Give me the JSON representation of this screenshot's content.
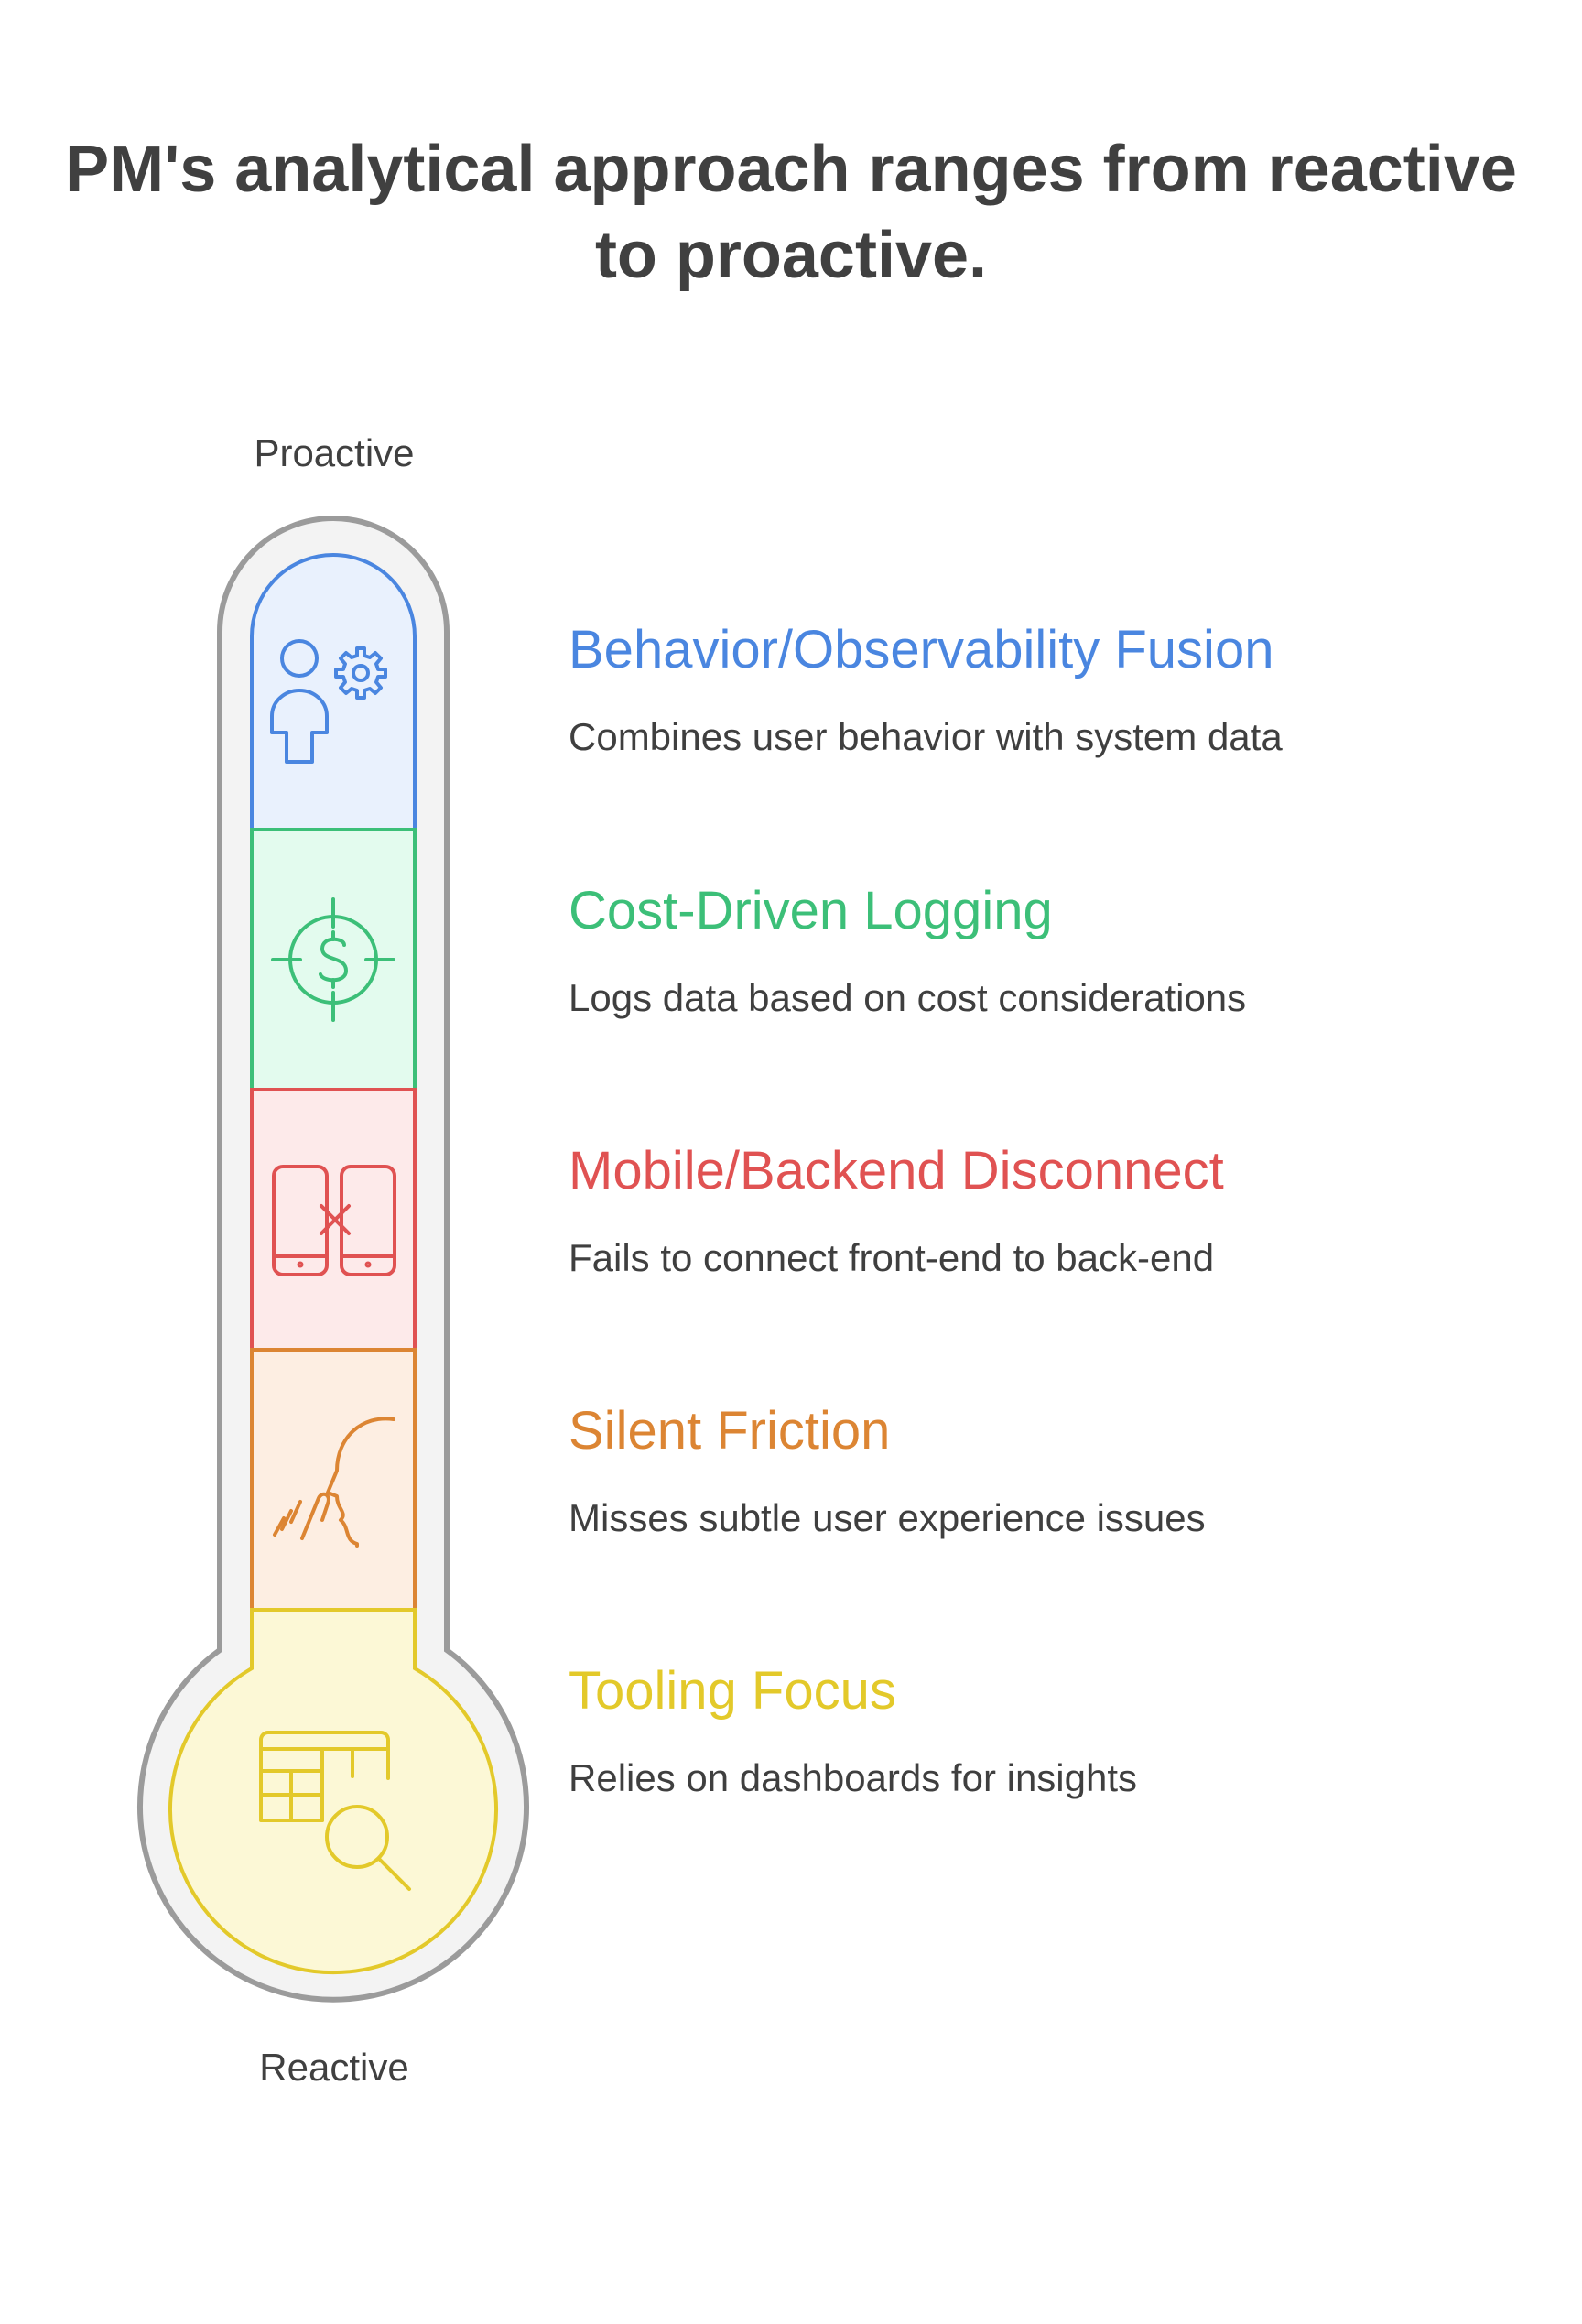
{
  "title": "PM's analytical approach ranges from reactive to proactive.",
  "axis": {
    "top_label": "Proactive",
    "bottom_label": "Reactive"
  },
  "levels": [
    {
      "title": "Behavior/Observability Fusion",
      "description": "Combines user behavior with system data",
      "color": "#4a86e0",
      "fill": "#e9f1fd",
      "icon": "user-gear-icon"
    },
    {
      "title": "Cost-Driven Logging",
      "description": "Logs data based on cost considerations",
      "color": "#3cbf78",
      "fill": "#e3fbee",
      "icon": "dollar-target-icon"
    },
    {
      "title": "Mobile/Backend Disconnect",
      "description": "Fails to connect front-end to back-end",
      "color": "#e05252",
      "fill": "#fdeaea",
      "icon": "disconnected-phones-icon"
    },
    {
      "title": "Silent Friction",
      "description": "Misses subtle user experience issues",
      "color": "#dc8533",
      "fill": "#fdeee2",
      "icon": "shush-face-icon"
    },
    {
      "title": "Tooling Focus",
      "description": "Relies on dashboards for insights",
      "color": "#e3c92a",
      "fill": "#fcf8d6",
      "icon": "dashboard-search-icon"
    }
  ]
}
